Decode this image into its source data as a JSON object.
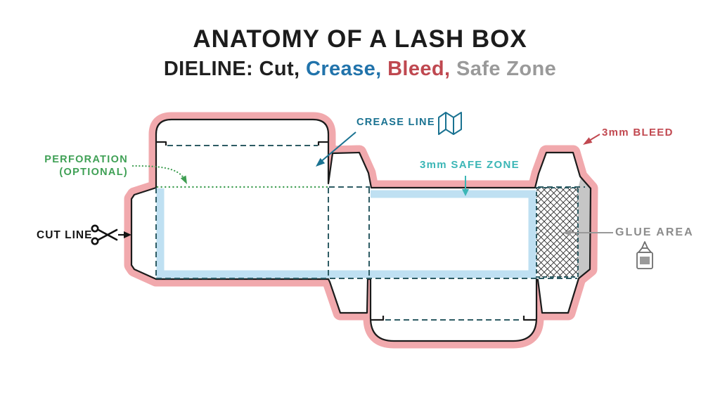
{
  "header": {
    "title": "ANATOMY OF A LASH BOX",
    "subtitle_prefix": "DIELINE:",
    "subtitle_words": [
      {
        "text": "Cut,",
        "color": "#1f1f1f"
      },
      {
        "text": "Crease,",
        "color": "#2173ab"
      },
      {
        "text": "Bleed,",
        "color": "#bf4850"
      },
      {
        "text": "Safe Zone",
        "color": "#9a9a9a"
      }
    ]
  },
  "annotations": {
    "crease_line": "CREASE LINE",
    "safe_zone": "3mm SAFE ZONE",
    "bleed": "3mm BLEED",
    "perforation_line_1": "PERFORATION",
    "perforation_line_2": "(OPTIONAL)",
    "cut_line": "CUT LINE",
    "glue_area": "GLUE AREA"
  },
  "icons": [
    {
      "name": "crease-fold-icon",
      "meaning": "folded leaflet glyph next to CREASE LINE"
    },
    {
      "name": "scissors-icon",
      "meaning": "scissors glyph next to CUT LINE"
    },
    {
      "name": "glue-bottle-icon",
      "meaning": "glue bottle glyph under GLUE AREA"
    }
  ],
  "colors": {
    "cut_line": "#1b1b1b",
    "crease_dash": "#2e5c64",
    "crease_label": "#1a7291",
    "bleed_fill": "#f1a9ad",
    "bleed_label": "#c14850",
    "safe_zone_fill": "#bfe0f2",
    "safe_zone_label": "#3bb6b6",
    "perforation_green": "#3fa055",
    "glue_label": "#8c8c8c",
    "glue_flap_fill": "#c6c6c6",
    "background": "#ffffff"
  }
}
